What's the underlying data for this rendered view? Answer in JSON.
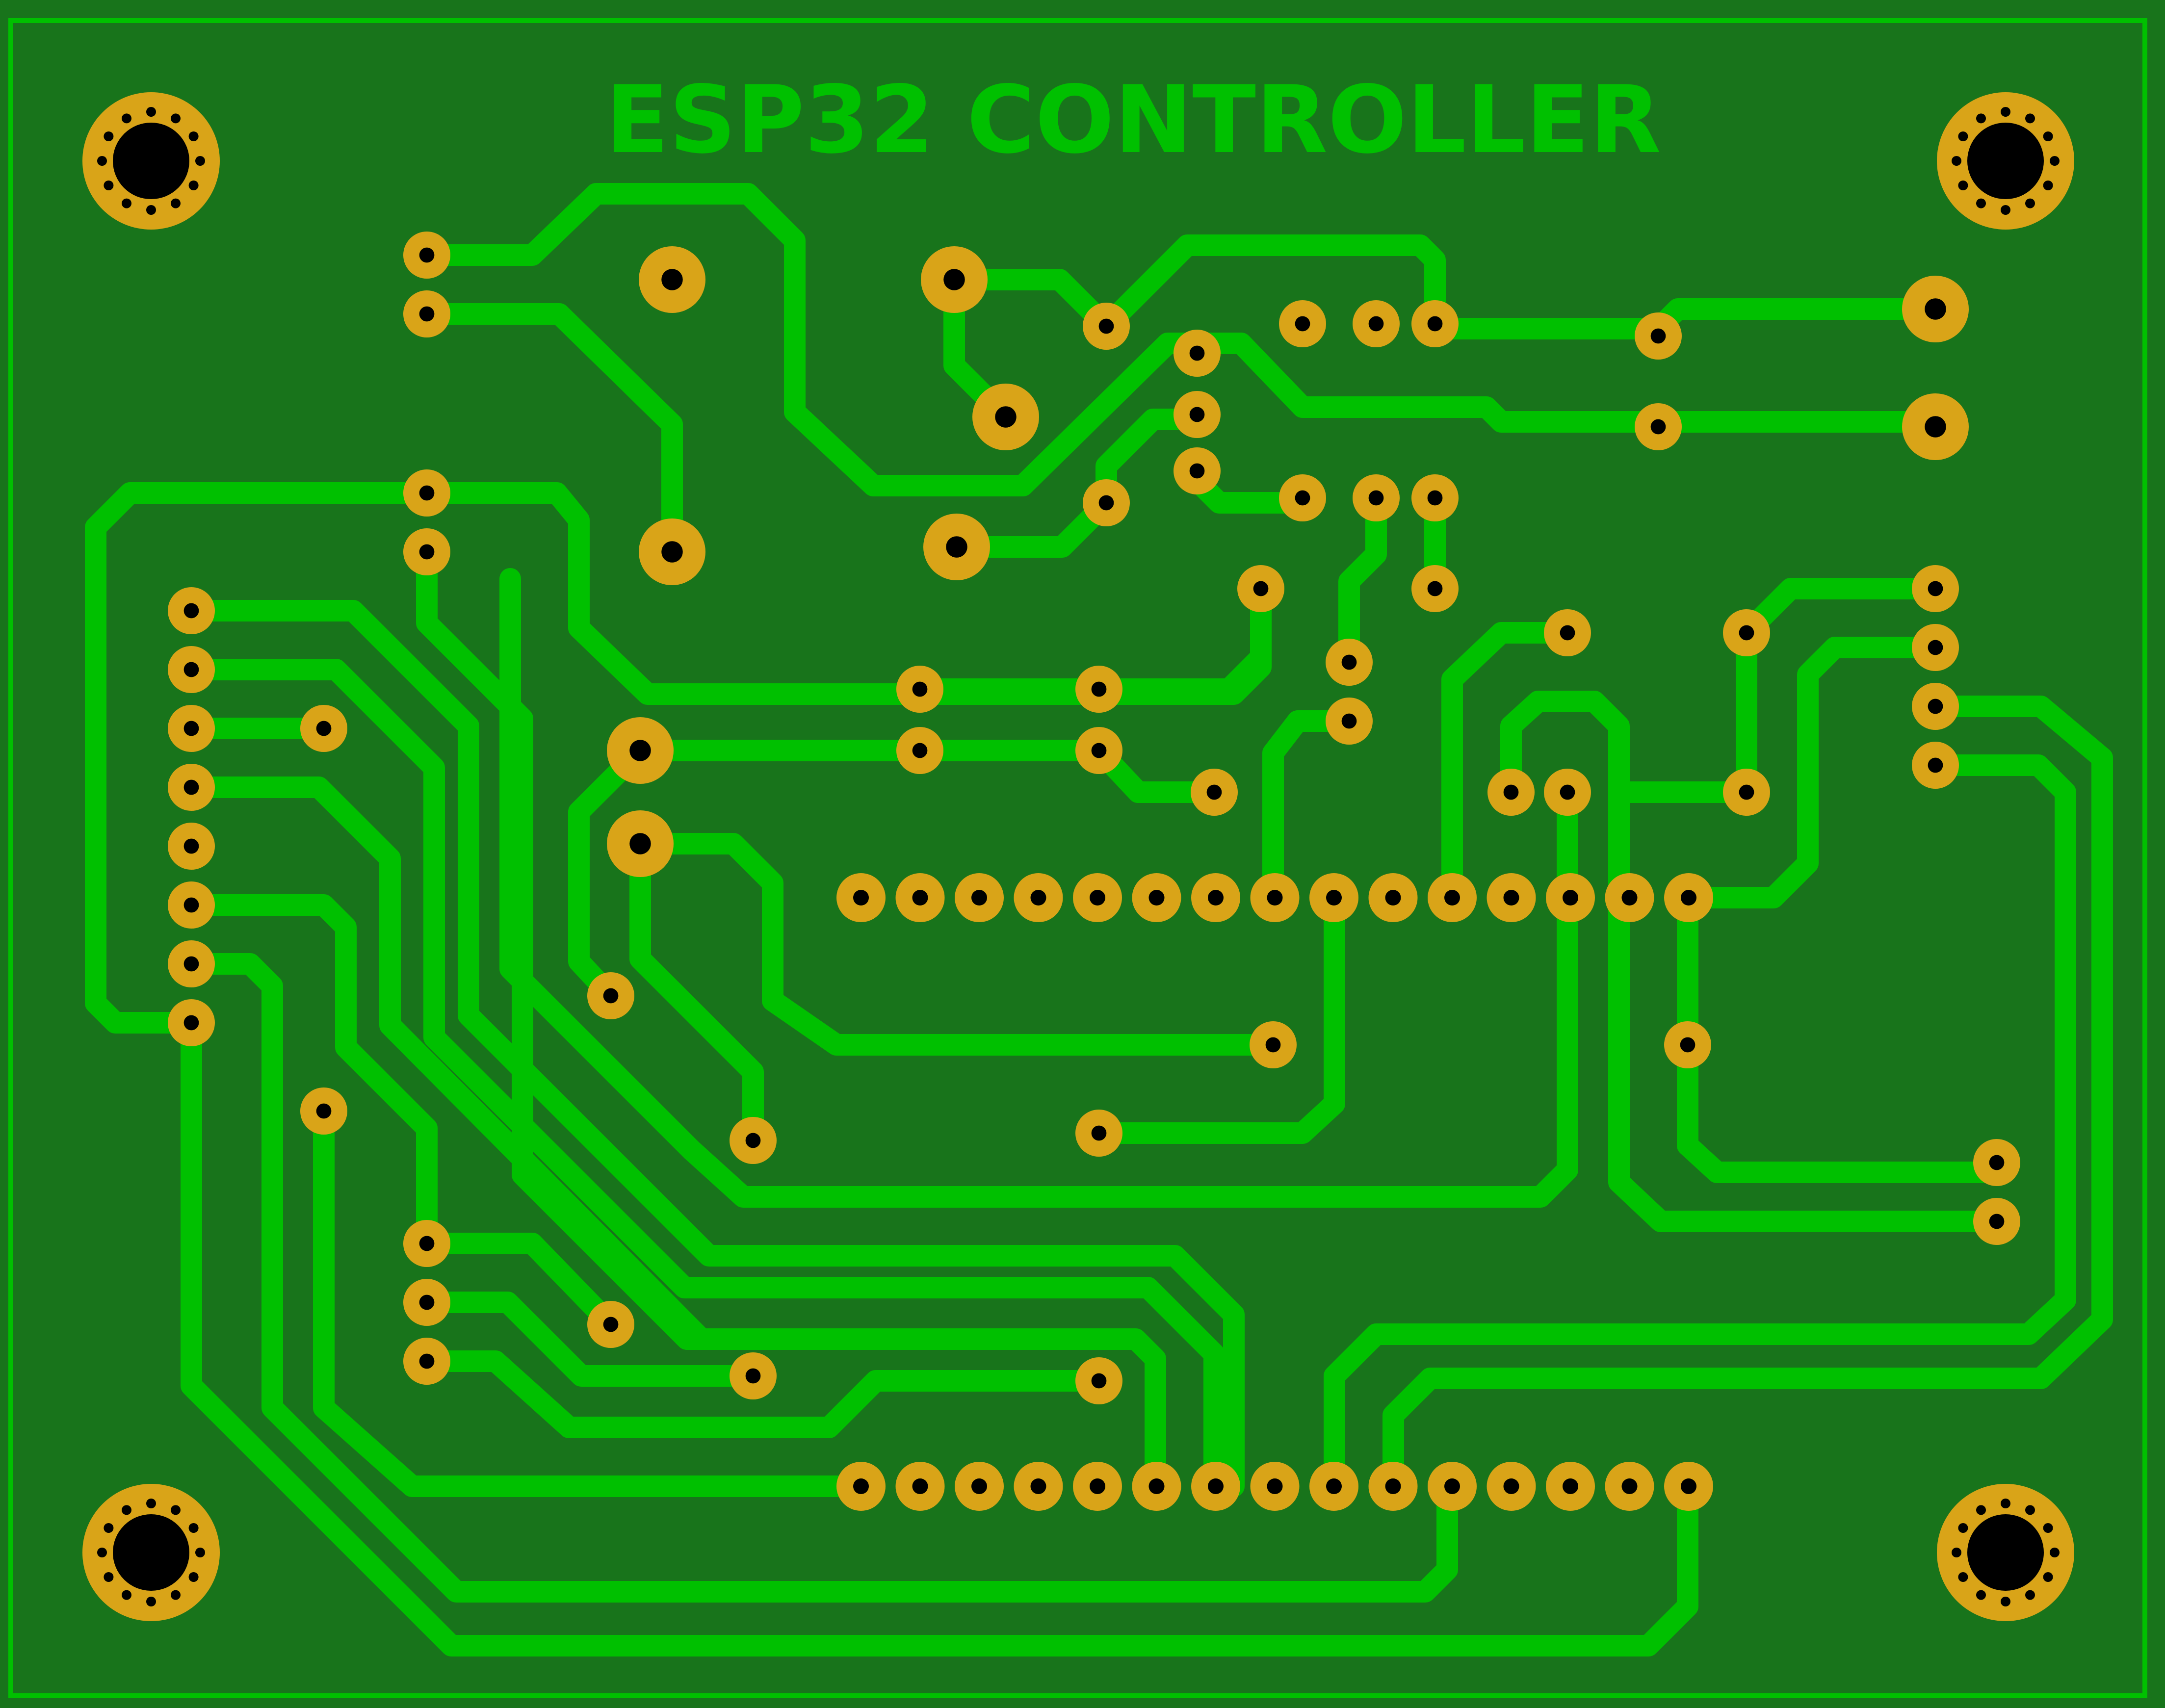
{
  "board": {
    "title": "ESP32 CONTROLLER"
  },
  "colors": {
    "board_fill": "#18741b",
    "outline": "#00c000",
    "trace": "#00c000",
    "pad": "#d9a418",
    "drill": "#000000",
    "silk_text": "#00c000"
  },
  "components": {
    "mounting_holes": [
      "mounting-hole-top-left",
      "mounting-hole-top-right",
      "mounting-hole-bottom-left",
      "mounting-hole-bottom-right"
    ],
    "headers": [
      "esp32-header-top-row",
      "esp32-header-bottom-row",
      "left-connector-column",
      "right-connector-column"
    ]
  }
}
